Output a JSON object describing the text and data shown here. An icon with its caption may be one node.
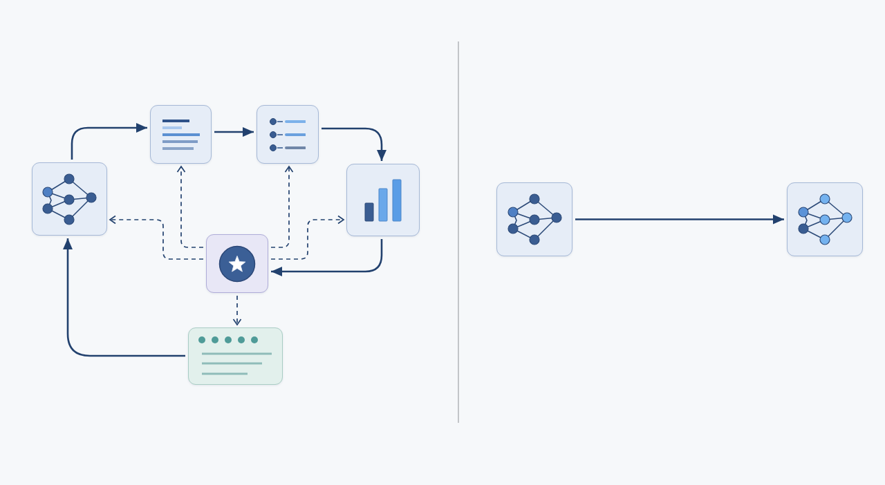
{
  "diagram": {
    "nodes": [
      {
        "text": [],
        "shape": "picture"
      },
      {
        "text": [],
        "shape": "picture"
      },
      {
        "text": [],
        "shape": "picture"
      },
      {
        "text": [],
        "shape": "picture"
      },
      {
        "text": [],
        "shape": "picture"
      },
      {
        "text": [],
        "shape": "picture"
      },
      {
        "text": [],
        "shape": "picture"
      },
      {
        "text": [],
        "shape": "picture"
      }
    ],
    "edges": [
      {
        "from": 0,
        "to": 1,
        "arrow": "to"
      },
      {
        "from": 1,
        "to": 2,
        "arrow": "to"
      },
      {
        "from": 2,
        "to": 3,
        "arrow": "to"
      },
      {
        "from": 3,
        "to": 4,
        "arrow": "to"
      },
      {
        "from": 4,
        "to": 0,
        "arrow": "to",
        "style": "dashed"
      },
      {
        "from": 4,
        "to": 1,
        "arrow": "to",
        "style": "dashed"
      },
      {
        "from": 4,
        "to": 2,
        "arrow": "to",
        "style": "dashed"
      },
      {
        "from": 4,
        "to": 3,
        "arrow": "to",
        "style": "dashed"
      },
      {
        "from": 4,
        "to": 5,
        "arrow": "to",
        "style": "dashed"
      },
      {
        "from": 5,
        "to": 0,
        "arrow": "to"
      },
      {
        "from": 6,
        "to": 7,
        "arrow": "to"
      }
    ]
  }
}
